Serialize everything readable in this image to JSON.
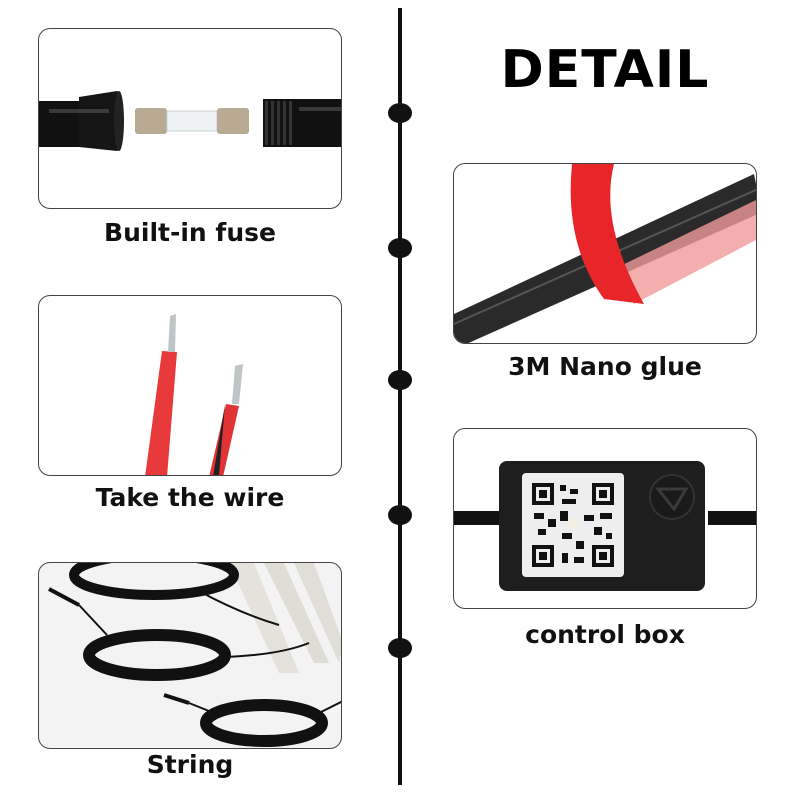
{
  "header": {
    "title": "DETAIL"
  },
  "timeline": {
    "dots": 5
  },
  "features": [
    {
      "id": "fuse",
      "caption": "Built-in fuse",
      "icon": "fuse-icon"
    },
    {
      "id": "wire",
      "caption": "Take the wire",
      "icon": "wire-icon"
    },
    {
      "id": "string",
      "caption": "String",
      "icon": "cable-coil-icon"
    },
    {
      "id": "glue",
      "caption": "3M Nano glue",
      "icon": "adhesive-tape-icon"
    },
    {
      "id": "control",
      "caption": "control box",
      "icon": "control-box-icon"
    }
  ],
  "colors": {
    "wire_red": "#e8393b",
    "tape_red": "#e8262a",
    "black": "#111111",
    "border": "#444444"
  }
}
